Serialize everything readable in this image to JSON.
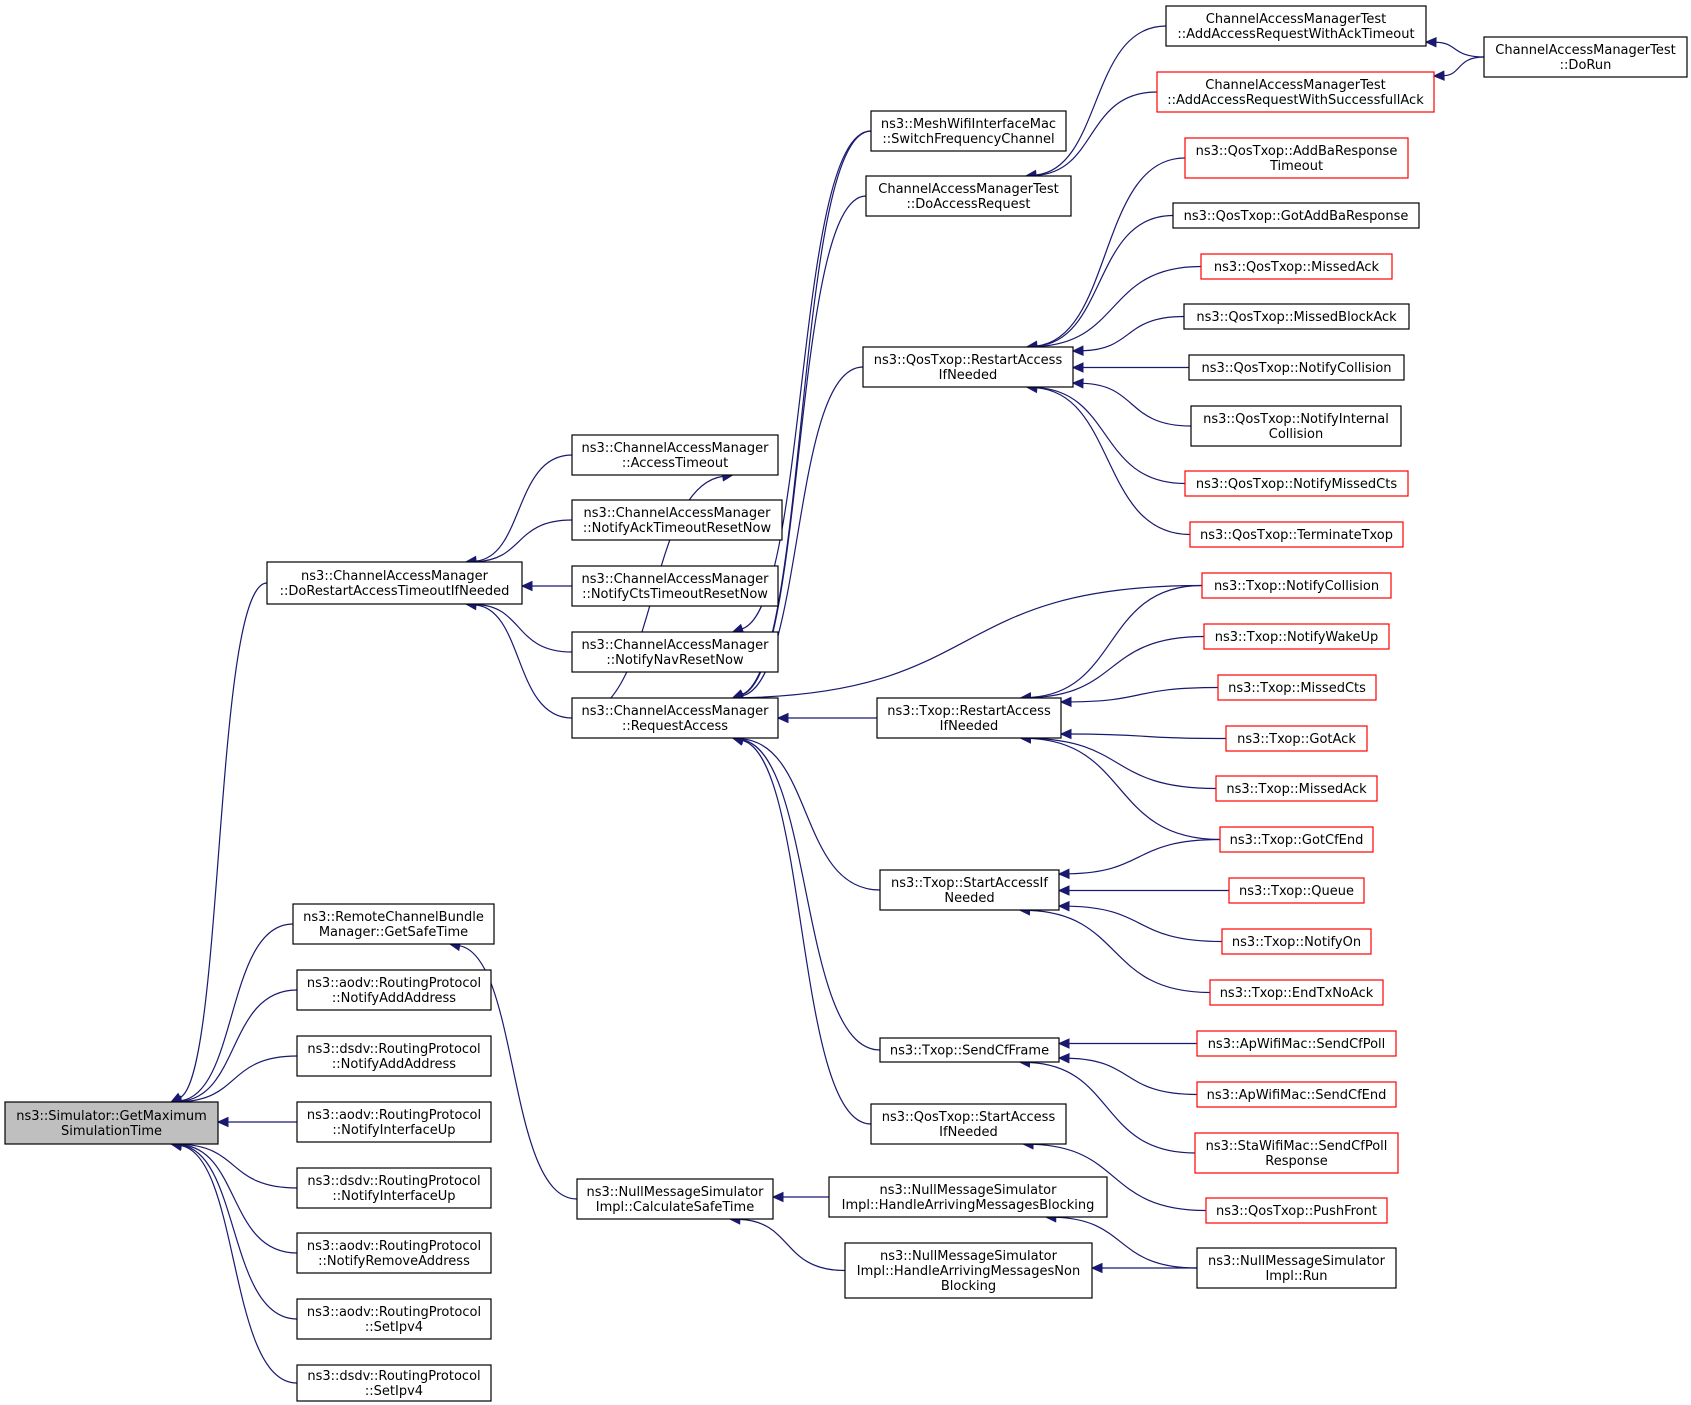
{
  "graph": {
    "title": "",
    "nodes": [
      {
        "id": "root",
        "lines": [
          "ns3::Simulator::GetMaximum",
          "SimulationTime"
        ],
        "style": "root"
      },
      {
        "id": "doRestart",
        "lines": [
          "ns3::ChannelAccessManager",
          "::DoRestartAccessTimeoutIfNeeded"
        ],
        "style": "normal"
      },
      {
        "id": "remoteBundle",
        "lines": [
          "ns3::RemoteChannelBundle",
          "Manager::GetSafeTime"
        ],
        "style": "normal"
      },
      {
        "id": "aodvAdd",
        "lines": [
          "ns3::aodv::RoutingProtocol",
          "::NotifyAddAddress"
        ],
        "style": "normal"
      },
      {
        "id": "dsdvAdd",
        "lines": [
          "ns3::dsdv::RoutingProtocol",
          "::NotifyAddAddress"
        ],
        "style": "normal"
      },
      {
        "id": "aodvIfUp",
        "lines": [
          "ns3::aodv::RoutingProtocol",
          "::NotifyInterfaceUp"
        ],
        "style": "normal"
      },
      {
        "id": "dsdvIfUp",
        "lines": [
          "ns3::dsdv::RoutingProtocol",
          "::NotifyInterfaceUp"
        ],
        "style": "normal"
      },
      {
        "id": "aodvRemove",
        "lines": [
          "ns3::aodv::RoutingProtocol",
          "::NotifyRemoveAddress"
        ],
        "style": "normal"
      },
      {
        "id": "aodvSetIpv4",
        "lines": [
          "ns3::aodv::RoutingProtocol",
          "::SetIpv4"
        ],
        "style": "normal"
      },
      {
        "id": "dsdvSetIpv4",
        "lines": [
          "ns3::dsdv::RoutingProtocol",
          "::SetIpv4"
        ],
        "style": "normal"
      },
      {
        "id": "accessTimeout",
        "lines": [
          "ns3::ChannelAccessManager",
          "::AccessTimeout"
        ],
        "style": "normal"
      },
      {
        "id": "ackReset",
        "lines": [
          "ns3::ChannelAccessManager",
          "::NotifyAckTimeoutResetNow"
        ],
        "style": "normal"
      },
      {
        "id": "ctsReset",
        "lines": [
          "ns3::ChannelAccessManager",
          "::NotifyCtsTimeoutResetNow"
        ],
        "style": "normal"
      },
      {
        "id": "navReset",
        "lines": [
          "ns3::ChannelAccessManager",
          "::NotifyNavResetNow"
        ],
        "style": "normal"
      },
      {
        "id": "requestAccess",
        "lines": [
          "ns3::ChannelAccessManager",
          "::RequestAccess"
        ],
        "style": "normal"
      },
      {
        "id": "calcSafe",
        "lines": [
          "ns3::NullMessageSimulator",
          "Impl::CalculateSafeTime"
        ],
        "style": "normal"
      },
      {
        "id": "meshSwitch",
        "lines": [
          "ns3::MeshWifiInterfaceMac",
          "::SwitchFrequencyChannel"
        ],
        "style": "normal"
      },
      {
        "id": "camtDoAccess",
        "lines": [
          "ChannelAccessManagerTest",
          "::DoAccessRequest"
        ],
        "style": "normal"
      },
      {
        "id": "qosRestart",
        "lines": [
          "ns3::QosTxop::RestartAccess",
          "IfNeeded"
        ],
        "style": "normal"
      },
      {
        "id": "txopRestart",
        "lines": [
          "ns3::Txop::RestartAccess",
          "IfNeeded"
        ],
        "style": "normal"
      },
      {
        "id": "txopStart",
        "lines": [
          "ns3::Txop::StartAccessIf",
          "Needed"
        ],
        "style": "normal"
      },
      {
        "id": "sendCfFrame",
        "lines": [
          "ns3::Txop::SendCfFrame"
        ],
        "style": "normal"
      },
      {
        "id": "qosStart",
        "lines": [
          "ns3::QosTxop::StartAccess",
          "IfNeeded"
        ],
        "style": "normal"
      },
      {
        "id": "handleBlocking",
        "lines": [
          "ns3::NullMessageSimulator",
          "Impl::HandleArrivingMessagesBlocking"
        ],
        "style": "normal"
      },
      {
        "id": "handleNonBlocking",
        "lines": [
          "ns3::NullMessageSimulator",
          "Impl::HandleArrivingMessagesNon",
          "Blocking"
        ],
        "style": "normal"
      },
      {
        "id": "camtAckTimeout",
        "lines": [
          "ChannelAccessManagerTest",
          "::AddAccessRequestWithAckTimeout"
        ],
        "style": "normal"
      },
      {
        "id": "camtSuccessAck",
        "lines": [
          "ChannelAccessManagerTest",
          "::AddAccessRequestWithSuccessfullAck"
        ],
        "style": "red"
      },
      {
        "id": "camtDoRun",
        "lines": [
          "ChannelAccessManagerTest",
          "::DoRun"
        ],
        "style": "normal"
      },
      {
        "id": "qosAddBaTimeout",
        "lines": [
          "ns3::QosTxop::AddBaResponse",
          "Timeout"
        ],
        "style": "red"
      },
      {
        "id": "qosGotAddBa",
        "lines": [
          "ns3::QosTxop::GotAddBaResponse"
        ],
        "style": "normal"
      },
      {
        "id": "qosMissedAck",
        "lines": [
          "ns3::QosTxop::MissedAck"
        ],
        "style": "red"
      },
      {
        "id": "qosMissedBlockAck",
        "lines": [
          "ns3::QosTxop::MissedBlockAck"
        ],
        "style": "normal"
      },
      {
        "id": "qosNotifyCollision",
        "lines": [
          "ns3::QosTxop::NotifyCollision"
        ],
        "style": "normal"
      },
      {
        "id": "qosNotifyInternal",
        "lines": [
          "ns3::QosTxop::NotifyInternal",
          "Collision"
        ],
        "style": "normal"
      },
      {
        "id": "qosNotifyMissedCts",
        "lines": [
          "ns3::QosTxop::NotifyMissedCts"
        ],
        "style": "red"
      },
      {
        "id": "qosTerminate",
        "lines": [
          "ns3::QosTxop::TerminateTxop"
        ],
        "style": "red"
      },
      {
        "id": "txopNotifyCollision",
        "lines": [
          "ns3::Txop::NotifyCollision"
        ],
        "style": "red"
      },
      {
        "id": "txopWakeUp",
        "lines": [
          "ns3::Txop::NotifyWakeUp"
        ],
        "style": "red"
      },
      {
        "id": "txopMissedCts",
        "lines": [
          "ns3::Txop::MissedCts"
        ],
        "style": "red"
      },
      {
        "id": "txopGotAck",
        "lines": [
          "ns3::Txop::GotAck"
        ],
        "style": "red"
      },
      {
        "id": "txopMissedAck",
        "lines": [
          "ns3::Txop::MissedAck"
        ],
        "style": "red"
      },
      {
        "id": "txopGotCfEnd",
        "lines": [
          "ns3::Txop::GotCfEnd"
        ],
        "style": "red"
      },
      {
        "id": "txopQueue",
        "lines": [
          "ns3::Txop::Queue"
        ],
        "style": "red"
      },
      {
        "id": "txopNotifyOn",
        "lines": [
          "ns3::Txop::NotifyOn"
        ],
        "style": "red"
      },
      {
        "id": "txopEndTxNoAck",
        "lines": [
          "ns3::Txop::EndTxNoAck"
        ],
        "style": "red"
      },
      {
        "id": "apSendCfPoll",
        "lines": [
          "ns3::ApWifiMac::SendCfPoll"
        ],
        "style": "red"
      },
      {
        "id": "apSendCfEnd",
        "lines": [
          "ns3::ApWifiMac::SendCfEnd"
        ],
        "style": "red"
      },
      {
        "id": "staSendCfPoll",
        "lines": [
          "ns3::StaWifiMac::SendCfPoll",
          "Response"
        ],
        "style": "red"
      },
      {
        "id": "qosPushFront",
        "lines": [
          "ns3::QosTxop::PushFront"
        ],
        "style": "red"
      },
      {
        "id": "nmsRun",
        "lines": [
          "ns3::NullMessageSimulator",
          "Impl::Run"
        ],
        "style": "normal"
      }
    ],
    "edges": [
      {
        "from": "doRestart",
        "to": "root"
      },
      {
        "from": "remoteBundle",
        "to": "root"
      },
      {
        "from": "aodvAdd",
        "to": "root"
      },
      {
        "from": "dsdvAdd",
        "to": "root"
      },
      {
        "from": "aodvIfUp",
        "to": "root"
      },
      {
        "from": "dsdvIfUp",
        "to": "root"
      },
      {
        "from": "aodvRemove",
        "to": "root"
      },
      {
        "from": "aodvSetIpv4",
        "to": "root"
      },
      {
        "from": "dsdvSetIpv4",
        "to": "root"
      },
      {
        "from": "accessTimeout",
        "to": "doRestart"
      },
      {
        "from": "ackReset",
        "to": "doRestart"
      },
      {
        "from": "ctsReset",
        "to": "doRestart"
      },
      {
        "from": "navReset",
        "to": "doRestart"
      },
      {
        "from": "requestAccess",
        "to": "doRestart"
      },
      {
        "from": "requestAccess",
        "to": "accessTimeout"
      },
      {
        "from": "calcSafe",
        "to": "remoteBundle"
      },
      {
        "from": "meshSwitch",
        "to": "navReset"
      },
      {
        "from": "meshSwitch",
        "to": "requestAccess"
      },
      {
        "from": "camtDoAccess",
        "to": "requestAccess"
      },
      {
        "from": "qosRestart",
        "to": "requestAccess"
      },
      {
        "from": "txopRestart",
        "to": "requestAccess"
      },
      {
        "from": "txopStart",
        "to": "requestAccess"
      },
      {
        "from": "sendCfFrame",
        "to": "requestAccess"
      },
      {
        "from": "qosStart",
        "to": "requestAccess"
      },
      {
        "from": "txopNotifyCollision",
        "to": "requestAccess"
      },
      {
        "from": "handleBlocking",
        "to": "calcSafe"
      },
      {
        "from": "handleNonBlocking",
        "to": "calcSafe"
      },
      {
        "from": "camtAckTimeout",
        "to": "camtDoAccess"
      },
      {
        "from": "camtSuccessAck",
        "to": "camtDoAccess"
      },
      {
        "from": "camtDoRun",
        "to": "camtAckTimeout"
      },
      {
        "from": "camtDoRun",
        "to": "camtSuccessAck"
      },
      {
        "from": "qosAddBaTimeout",
        "to": "qosRestart"
      },
      {
        "from": "qosGotAddBa",
        "to": "qosRestart"
      },
      {
        "from": "qosMissedAck",
        "to": "qosRestart"
      },
      {
        "from": "qosMissedBlockAck",
        "to": "qosRestart"
      },
      {
        "from": "qosNotifyCollision",
        "to": "qosRestart"
      },
      {
        "from": "qosNotifyInternal",
        "to": "qosRestart"
      },
      {
        "from": "qosNotifyMissedCts",
        "to": "qosRestart"
      },
      {
        "from": "qosTerminate",
        "to": "qosRestart"
      },
      {
        "from": "txopNotifyCollision",
        "to": "txopRestart"
      },
      {
        "from": "txopWakeUp",
        "to": "txopRestart"
      },
      {
        "from": "txopMissedCts",
        "to": "txopRestart"
      },
      {
        "from": "txopGotAck",
        "to": "txopRestart"
      },
      {
        "from": "txopMissedAck",
        "to": "txopRestart"
      },
      {
        "from": "txopGotCfEnd",
        "to": "txopRestart"
      },
      {
        "from": "txopGotCfEnd",
        "to": "txopStart"
      },
      {
        "from": "txopQueue",
        "to": "txopStart"
      },
      {
        "from": "txopNotifyOn",
        "to": "txopStart"
      },
      {
        "from": "txopEndTxNoAck",
        "to": "txopStart"
      },
      {
        "from": "apSendCfPoll",
        "to": "sendCfFrame"
      },
      {
        "from": "apSendCfEnd",
        "to": "sendCfFrame"
      },
      {
        "from": "staSendCfPoll",
        "to": "sendCfFrame"
      },
      {
        "from": "qosPushFront",
        "to": "qosStart"
      },
      {
        "from": "nmsRun",
        "to": "handleBlocking"
      },
      {
        "from": "nmsRun",
        "to": "handleNonBlocking"
      }
    ],
    "colors": {
      "edge": "#191970",
      "node_border": "#000000",
      "node_border_red": "#ff0000",
      "root_fill": "#bfbfbf"
    }
  }
}
